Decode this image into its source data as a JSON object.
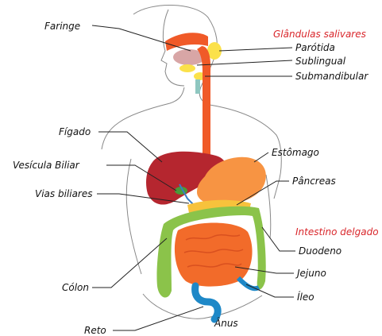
{
  "labels": {
    "faringe": "Faringe",
    "glandulas": "Glândulas salivares",
    "parotida": "Parótida",
    "sublingual": "Sublingual",
    "submandibular": "Submandibular",
    "figado": "Fígado",
    "vesicula": "Vesícula Biliar",
    "estomago": "Estômago",
    "vias": "Vias biliares",
    "pancreas": "Pâncreas",
    "intestino": "Intestino delgado",
    "duodeno": "Duodeno",
    "colon": "Cólon",
    "jejuno": "Jejuno",
    "ileo": "Íleo",
    "reto": "Reto",
    "anus": "Ânus"
  },
  "colors": {
    "esophagus": "#f05a28",
    "liver": "#b5262f",
    "stomach": "#f79443",
    "small_intestine": "#f26b2a",
    "colon": "#8bc34a",
    "rectum": "#1e88c7",
    "pancreas": "#f7c23c",
    "salivary": "#fbe14a",
    "accent_text": "#d9262b"
  }
}
